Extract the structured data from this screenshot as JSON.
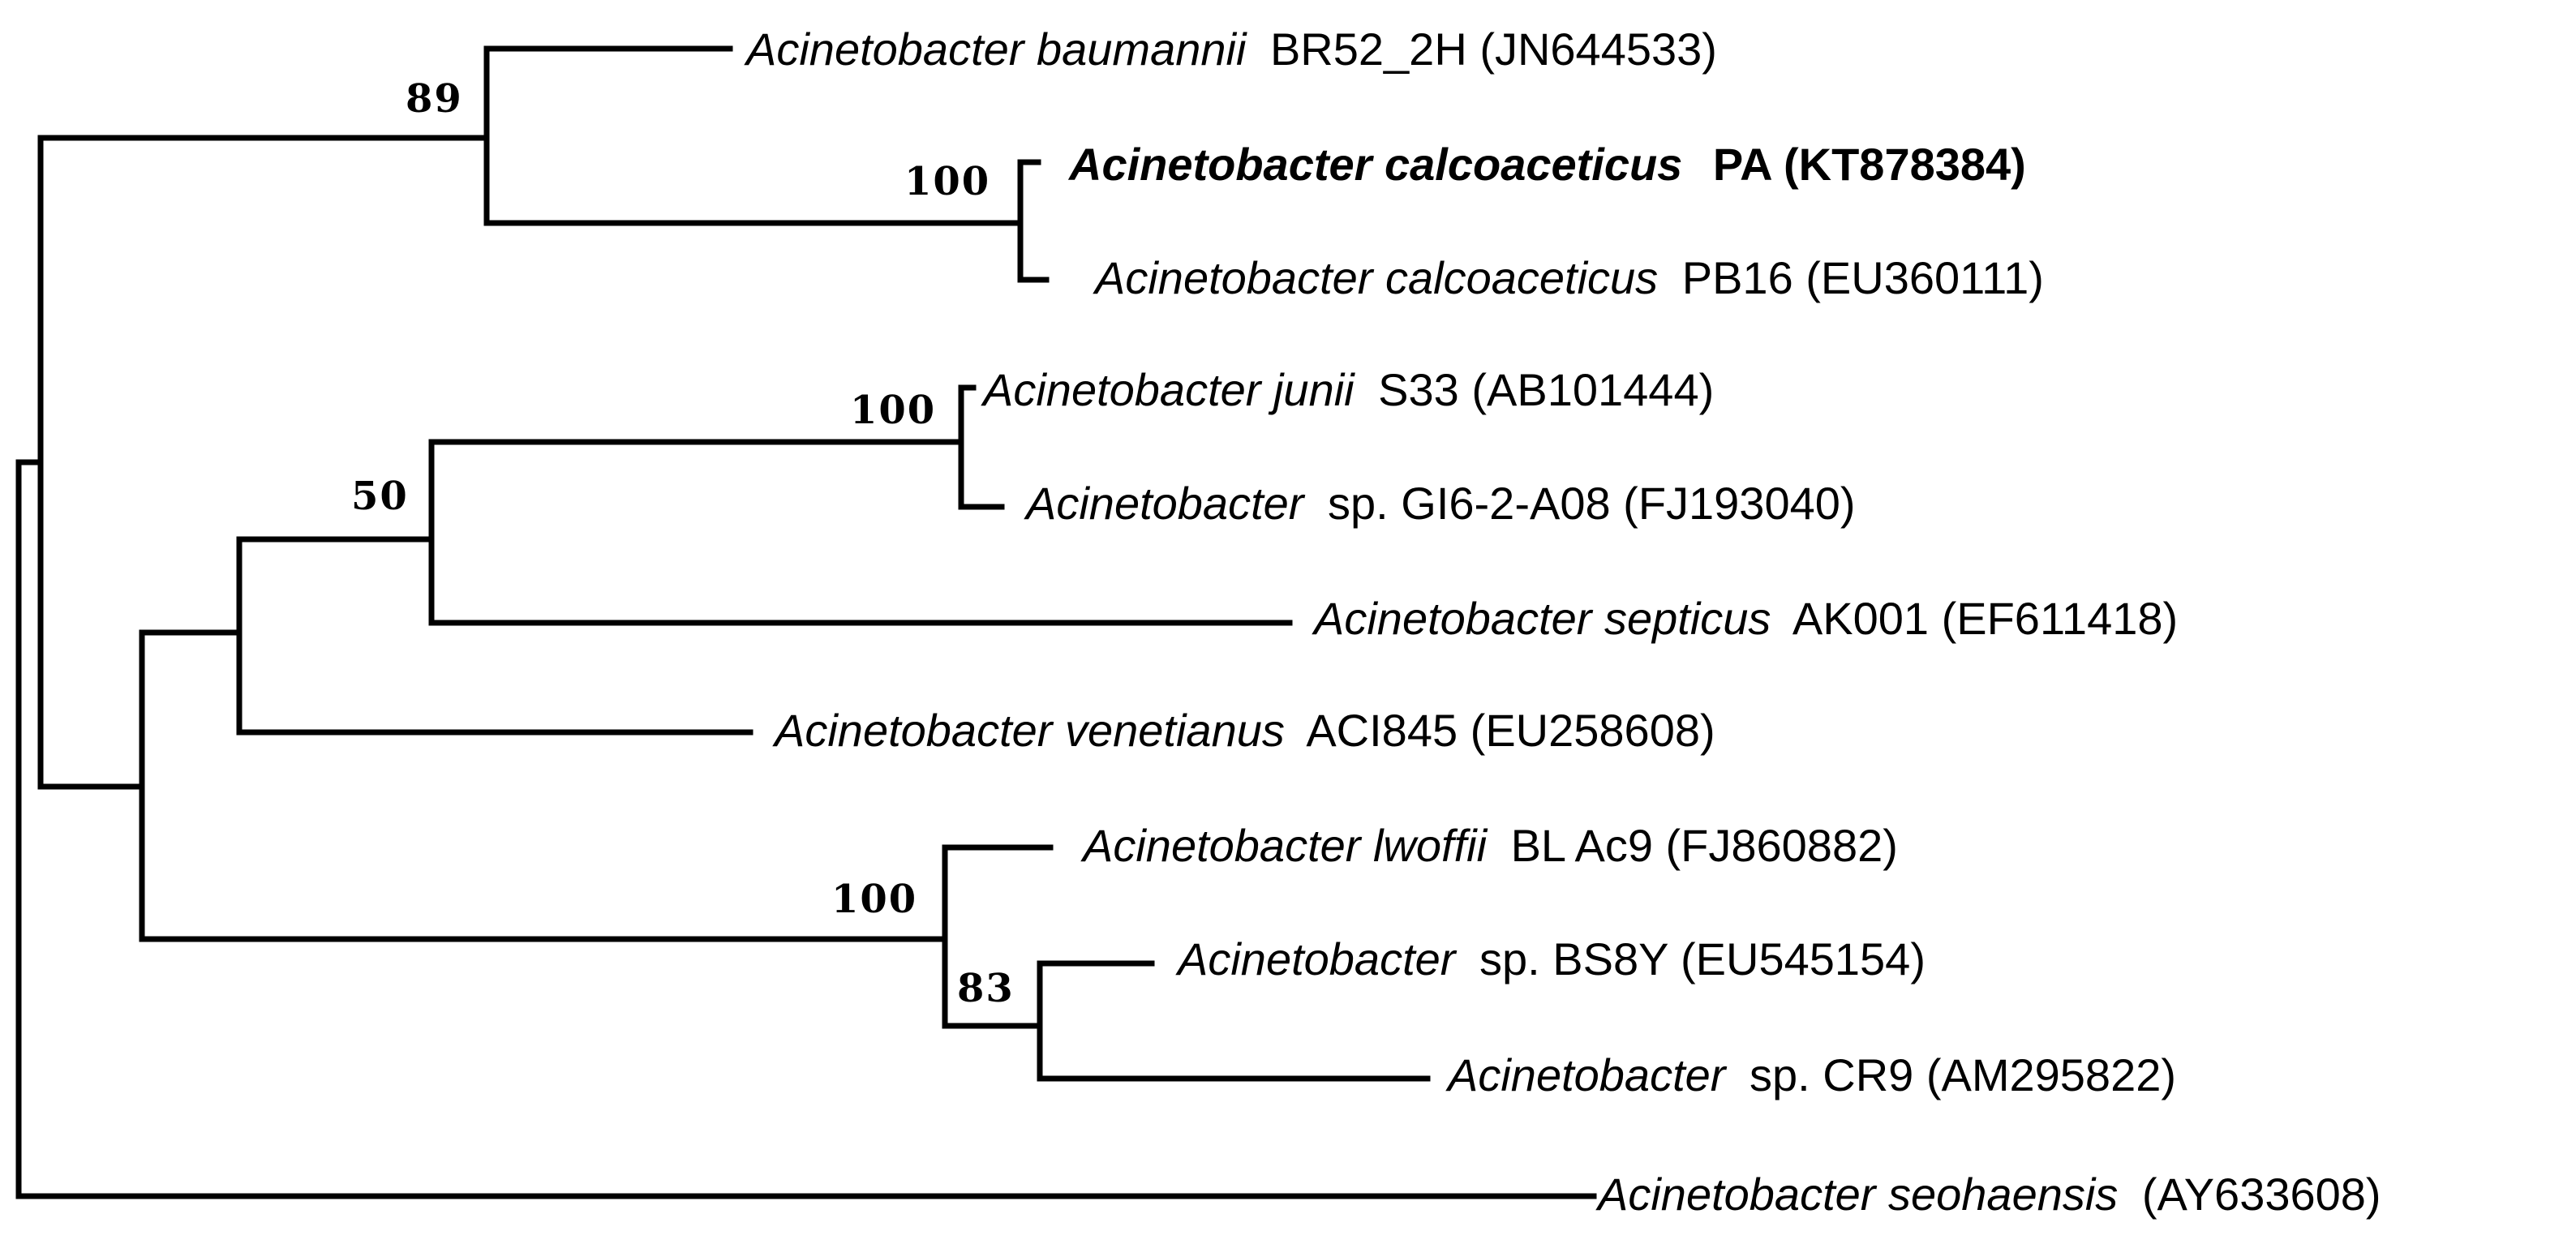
{
  "tree": {
    "leaves": [
      {
        "id": "baumannii",
        "genus": "Acinetobacter baumannii",
        "detail": "BR52_2H (JN644533)"
      },
      {
        "id": "calcoPA",
        "genus": "Acinetobacter calcoaceticus",
        "detail": "PA (KT878384)",
        "highlight": true
      },
      {
        "id": "calcoPB16",
        "genus": "Acinetobacter calcoaceticus",
        "detail": "PB16 (EU360111)"
      },
      {
        "id": "junii",
        "genus": "Acinetobacter junii",
        "detail": "S33 (AB101444)"
      },
      {
        "id": "sp_gi6",
        "genus": "Acinetobacter",
        "detail": "sp. GI6-2-A08 (FJ193040)"
      },
      {
        "id": "septicus",
        "genus": "Acinetobacter septicus",
        "detail": "AK001 (EF611418)"
      },
      {
        "id": "venetianus",
        "genus": "Acinetobacter venetianus",
        "detail": "ACI845 (EU258608)"
      },
      {
        "id": "lwoffii",
        "genus": "Acinetobacter lwoffii",
        "detail": "BL Ac9 (FJ860882)"
      },
      {
        "id": "sp_bs8y",
        "genus": "Acinetobacter",
        "detail": "sp. BS8Y (EU545154)"
      },
      {
        "id": "sp_cr9",
        "genus": "Acinetobacter",
        "detail": "sp. CR9 (AM295822)"
      },
      {
        "id": "seohaensis",
        "genus": "Acinetobacter seohaensis",
        "detail": "(AY633608)"
      }
    ],
    "support_values": [
      {
        "node": "baumannii-calco-clade",
        "value": "89"
      },
      {
        "node": "calcoaceticus-clade",
        "value": "100"
      },
      {
        "node": "junii-sp-clade",
        "value": "100"
      },
      {
        "node": "junii-septicus-clade",
        "value": "50"
      },
      {
        "node": "lwoffii-clade",
        "value": "100"
      },
      {
        "node": "bs8y-cr9-clade",
        "value": "83"
      }
    ]
  }
}
